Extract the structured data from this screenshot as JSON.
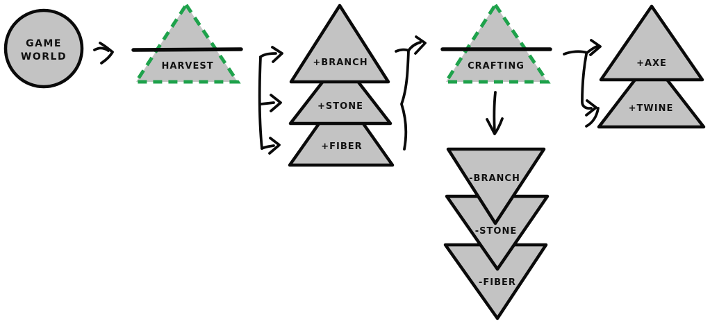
{
  "colors": {
    "shape_fill": "#c3c3c3",
    "outline": "#0a0a0a",
    "recipe_border": "#1ea24b"
  },
  "nodes": {
    "game_world": {
      "line1": "GAME",
      "line2": "WORLD"
    },
    "harvest": {
      "label": "HARVEST"
    },
    "crafting": {
      "label": "CRAFTING"
    },
    "harvest_outputs": [
      {
        "label": "+BRANCH"
      },
      {
        "label": "+STONE"
      },
      {
        "label": "+FIBER"
      }
    ],
    "crafting_inputs": [
      {
        "label": "-BRANCH"
      },
      {
        "label": "-STONE"
      },
      {
        "label": "-FIBER"
      }
    ],
    "crafting_outputs": [
      {
        "label": "+AXE"
      },
      {
        "label": "+TWINE"
      }
    ]
  }
}
